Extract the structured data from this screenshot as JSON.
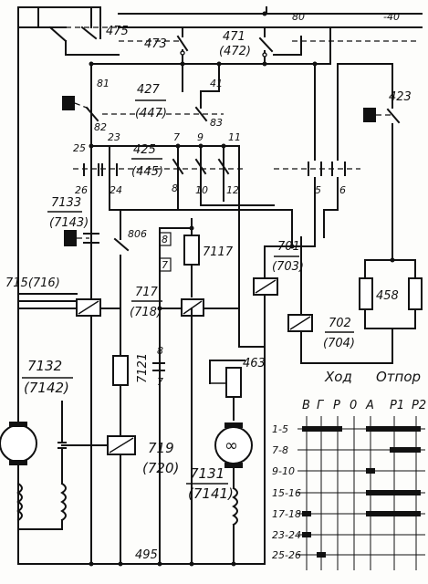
{
  "top_labels": {
    "voltage": "80",
    "minus": "-40",
    "c475": "475",
    "c473": "473",
    "c471": "471",
    "c472": "(472)"
  },
  "relays": {
    "r81": "81",
    "r82": "82",
    "r427": "427",
    "r447": "(447)",
    "r41": "41",
    "r83": "83",
    "r425": "425",
    "r445": "(445)",
    "r423": "423",
    "t25": "25",
    "t23": "23",
    "t26": "26",
    "t24": "24",
    "t7a": "7",
    "t8a": "8",
    "t9": "9",
    "t7b": "7",
    "t8b": "8",
    "t10": "10",
    "t11": "11",
    "t12": "12",
    "t5": "5",
    "t6": "6",
    "r7133": "7133",
    "r7143": "(7143)",
    "r806": "806",
    "r715": "715(716)",
    "r717": "717",
    "r718": "(718)",
    "r701": "701",
    "r703": "(703)",
    "r702": "702",
    "r704": "(704)",
    "r458": "458",
    "r7132": "7132",
    "r7142": "(7142)",
    "r7121": "7121",
    "r_b": "8",
    "r_7": "7",
    "r719": "719",
    "r720": "(720)",
    "r463": "463",
    "r7131": "7131",
    "r7141": "(7141)",
    "r495": "495",
    "r_b2": "8",
    "r_7b": "7",
    "r7117": "7117"
  },
  "table": {
    "header_left": "Ход",
    "header_right": "Отпор",
    "columns": [
      "В",
      "Г",
      "Р",
      "0",
      "А",
      "Р1",
      "Р2"
    ],
    "rows": [
      "1-5",
      "7-8",
      "9-10",
      "15-16",
      "17-18",
      "23-24",
      "25-26"
    ]
  }
}
